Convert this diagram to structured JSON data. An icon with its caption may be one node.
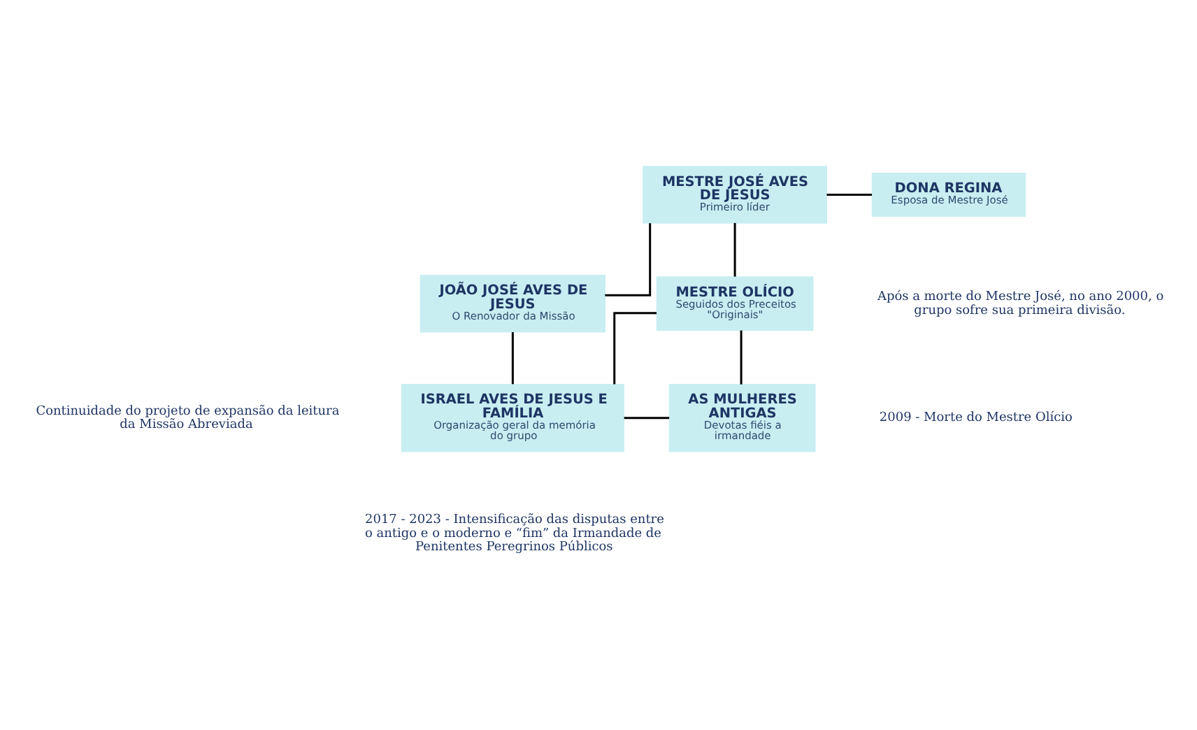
{
  "diagram": {
    "nodes": [
      {
        "text": [
          "MESTRE JOSÉ AVES DE JESUS",
          "Primeiro líder"
        ]
      },
      {
        "text": [
          "DONA REGINA",
          "Esposa de Mestre José"
        ]
      },
      {
        "text": [
          "JOÃO JOSÉ AVES DE JESUS",
          "O Renovador da Missão"
        ]
      },
      {
        "text": [
          "MESTRE OLÍCIO",
          "Seguidos dos Preceitos \"Originais\""
        ]
      },
      {
        "text": [
          "ISRAEL AVES DE JESUS E FAMÍLIA",
          "Organização geral da memória do grupo"
        ]
      },
      {
        "text": [
          "AS MULHERES ANTIGAS",
          "Devotas fiéis a irmandade"
        ]
      }
    ],
    "edges": [
      {
        "from": 0,
        "to": 1,
        "arrow": "none"
      },
      {
        "from": 0,
        "to": 2,
        "arrow": "none"
      },
      {
        "from": 0,
        "to": 3,
        "arrow": "none"
      },
      {
        "from": 3,
        "to": 4,
        "arrow": "none"
      },
      {
        "from": 3,
        "to": 5,
        "arrow": "none"
      },
      {
        "from": 2,
        "to": 4,
        "arrow": "none"
      },
      {
        "from": 4,
        "to": 5,
        "arrow": "none"
      }
    ],
    "labels": [
      "Após a morte do Mestre José, no ano 2000, o grupo sofre sua primeira divisão.",
      "2009 - Morte do Mestre Olício",
      "Continuidade do projeto de expansão da leitura da Missão Abreviada",
      "2017 - 2023 - Intensificação das disputas entre o antigo e o moderno e “fim” da Irmandade de Penitentes Peregrinos Públicos"
    ]
  }
}
